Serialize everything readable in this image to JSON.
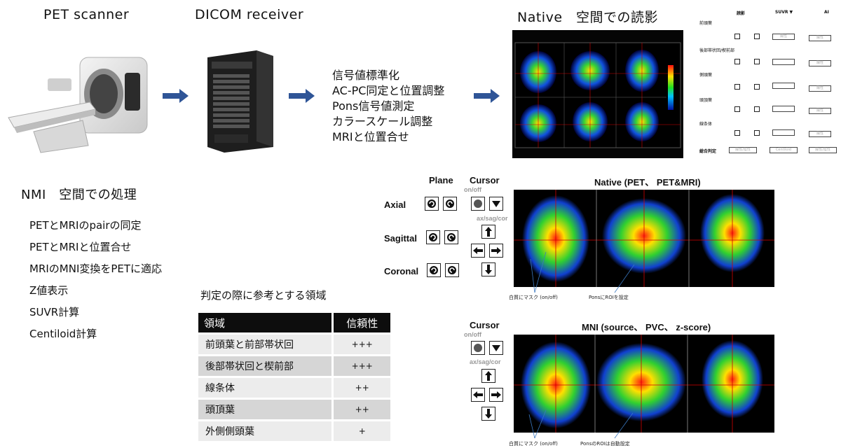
{
  "headers": {
    "pet_scanner": "PET scanner",
    "dicom_receiver": "DICOM receiver",
    "native_reading": "Native　空間での読影",
    "nmi_processing": "NMI　空間での処理"
  },
  "steps": [
    "信号値標準化",
    "AC-PC同定と位置調整",
    "Pons信号値測定",
    "カラースケール調整",
    "MRIと位置合せ"
  ],
  "nmi_steps": [
    "PETとMRIのpairの同定",
    "PETとMRIと位置合せ",
    "MRIのMNI変換をPETに適応",
    "Z値表示",
    "SUVR計算",
    "Centiloid計算"
  ],
  "region_table": {
    "title": "判定の際に参考とする領域",
    "headers": [
      "領域",
      "信頼性"
    ],
    "rows": [
      [
        "前頭葉と前部帯状回",
        "+++"
      ],
      [
        "後部帯状回と楔前部",
        "+++"
      ],
      [
        "線条体",
        "++"
      ],
      [
        "頭頂葉",
        "++"
      ],
      [
        "外側側頭葉",
        "+"
      ]
    ]
  },
  "controls": {
    "plane": "Plane",
    "cursor": "Cursor",
    "on_off": "on/off",
    "ax_sag_cor": "ax/sag/cor",
    "axial": "Axial",
    "sagittal": "Sagittal",
    "coronal": "Coronal"
  },
  "panels": {
    "native_title": "Native (PET、 PET&MRI)",
    "mni_title": "MNI (source、 PVC、 z-score)",
    "native_note_mask": "白質にマスク (on/off)",
    "native_note_pons": "PonsにROIを設定",
    "mni_note_mask": "白質にマスク (on/off)",
    "mni_note_pons": "PonsのROIは自動設定"
  },
  "reading_form": {
    "col_reading": "読影",
    "col_suvr": "SUVR ▼",
    "col_ai": "AI",
    "rows": [
      "前頭葉",
      "後部帯状回/楔前部",
      "側頭葉",
      "頭頂葉",
      "線条体"
    ],
    "summary": "総合判定",
    "field_hint": "陽性",
    "summary_hint": "陽性/陰性",
    "summary_suvr": "Centiloid"
  },
  "colors": {
    "arrow": "#2f5597",
    "table_header": "#0d0d0d",
    "crosshair": "#d40000"
  }
}
